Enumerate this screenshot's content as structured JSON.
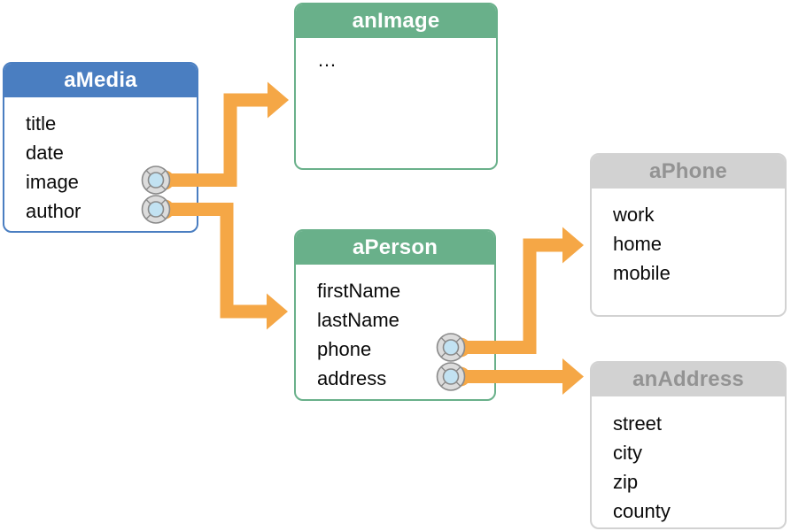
{
  "colors": {
    "blue": "#4A7EC1",
    "green": "#69B08A",
    "gray": "#D2D2D2",
    "gray_text": "#939393",
    "orange": "#F5A746",
    "icon_outer": "#DCDCDC",
    "icon_inner": "#C2E2F2",
    "icon_stroke": "#8A8A8A",
    "text": "#0A0A0A"
  },
  "boxes": {
    "aMedia": {
      "title": "aMedia",
      "fields": [
        "title",
        "date",
        "image",
        "author"
      ]
    },
    "anImage": {
      "title": "anImage",
      "fields": [
        "…"
      ]
    },
    "aPerson": {
      "title": "aPerson",
      "fields": [
        "firstName",
        "lastName",
        "phone",
        "address"
      ]
    },
    "aPhone": {
      "title": "aPhone",
      "fields": [
        "work",
        "home",
        "mobile"
      ]
    },
    "anAddress": {
      "title": "anAddress",
      "fields": [
        "street",
        "city",
        "zip",
        "county"
      ]
    }
  },
  "connections": [
    {
      "from": "aMedia.image",
      "to": "anImage"
    },
    {
      "from": "aMedia.author",
      "to": "aPerson"
    },
    {
      "from": "aPerson.phone",
      "to": "aPhone"
    },
    {
      "from": "aPerson.address",
      "to": "anAddress"
    }
  ]
}
